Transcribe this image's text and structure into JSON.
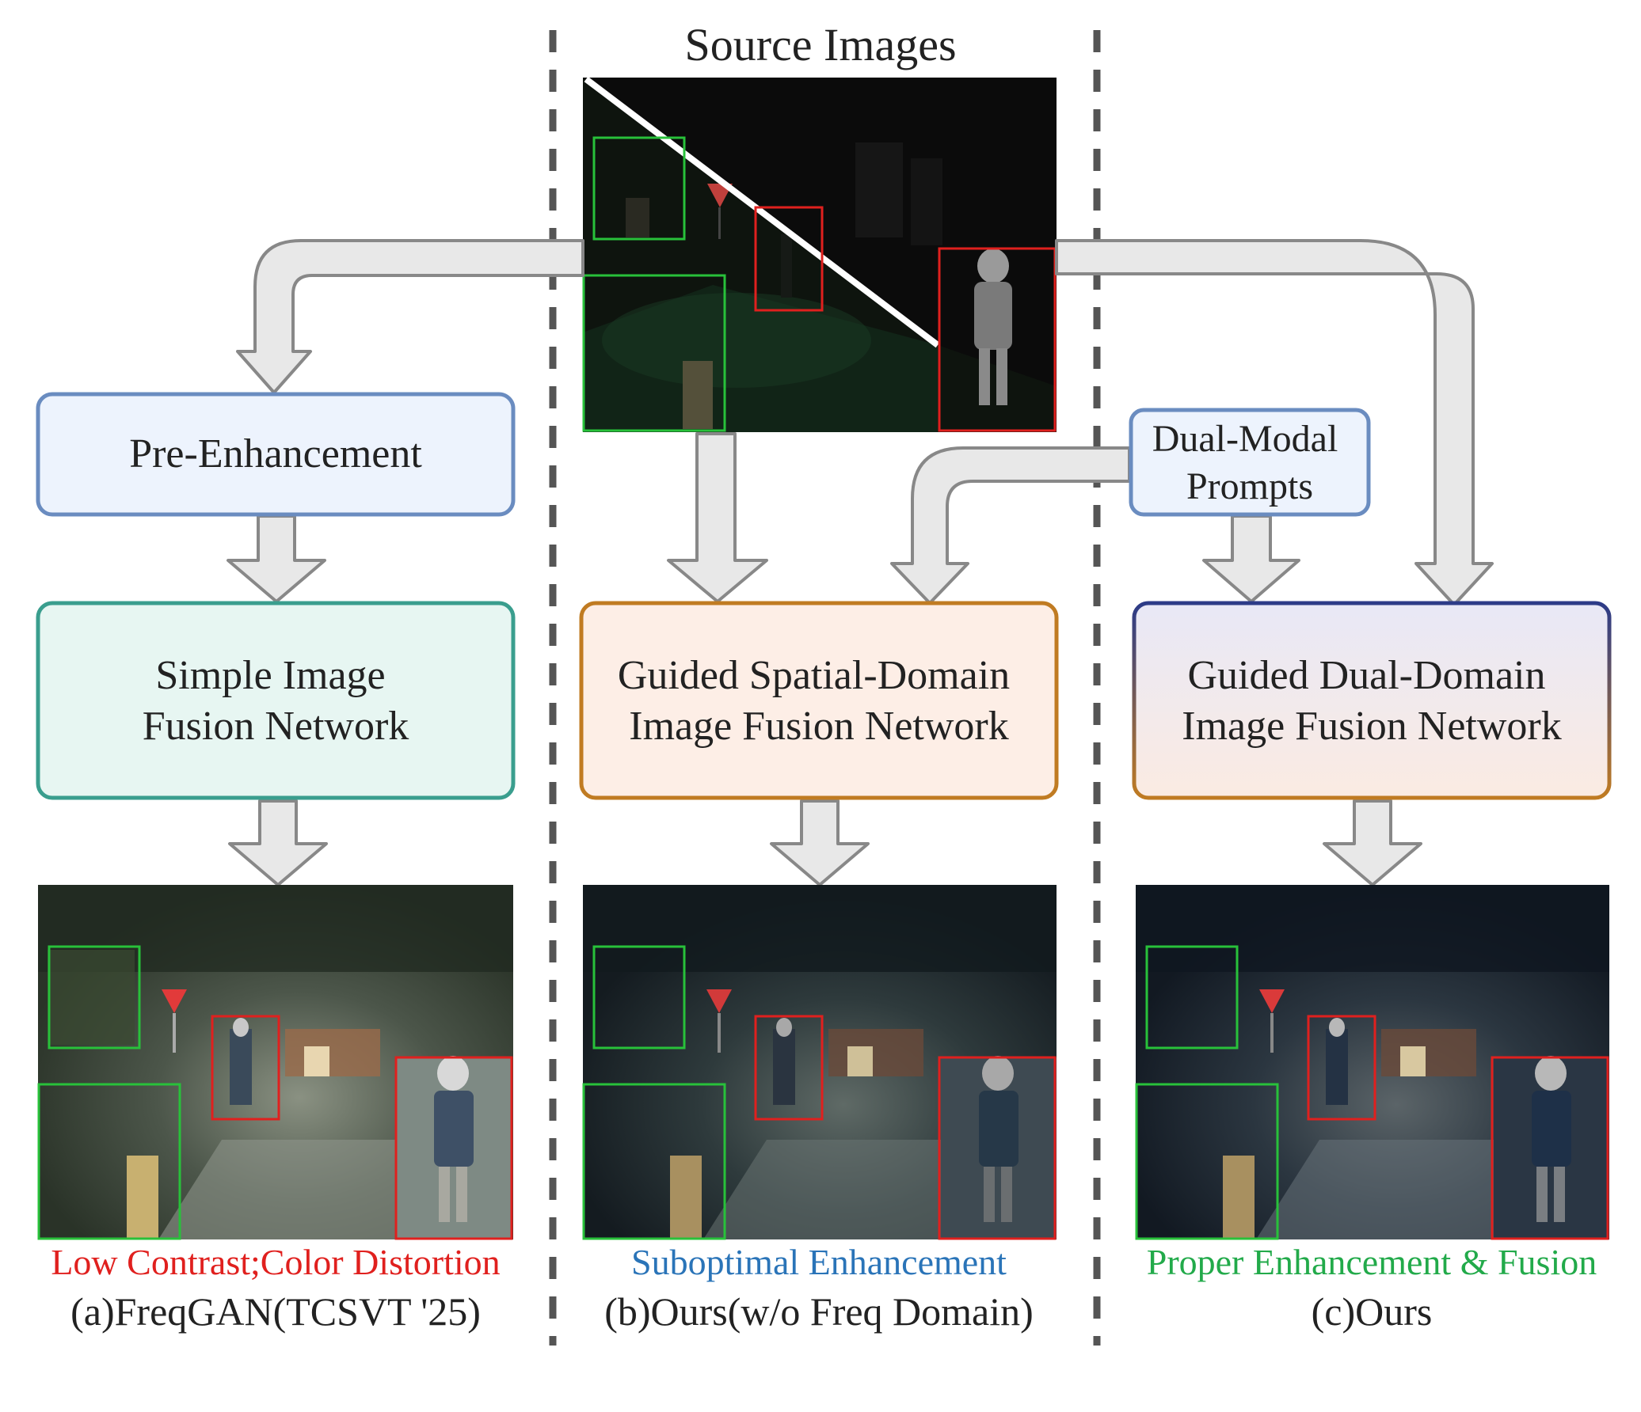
{
  "header": {
    "title": "Source Images"
  },
  "columns": [
    {
      "id": "a",
      "stages": [
        "Pre-Enhancement",
        "Simple Image\nFusion Network"
      ],
      "verdict": "Low Contrast;Color Distortion",
      "verdict_color": "#e0201e",
      "caption": "(a)FreqGAN(TCSVT '25)"
    },
    {
      "id": "b",
      "stages": [
        "Guided Spatial-Domain\nImage Fusion Network"
      ],
      "verdict": "Suboptimal Enhancement",
      "verdict_color": "#2a74b8",
      "caption": "(b)Ours(w/o Freq Domain)"
    },
    {
      "id": "c",
      "stages": [
        "Guided Dual-Domain\nImage Fusion Network"
      ],
      "verdict": "Proper Enhancement & Fusion",
      "verdict_color": "#22aa4a",
      "caption": "(c)Ours"
    }
  ],
  "prompts": {
    "label": "Dual-Modal\nPrompts"
  },
  "colors": {
    "pre_enhancement_border": "#6a8cc0",
    "pre_enhancement_fill": "#edf3fd",
    "simple_net_border": "#3a9e8e",
    "simple_net_fill": "#e7f6f2",
    "spatial_net_border": "#c07b22",
    "spatial_net_fill": "#fdeee6",
    "dual_net_border_top": "#2c3b88",
    "dual_net_border_bottom": "#c07b22",
    "prompts_border": "#6a8cc0",
    "prompts_fill": "#edf3fd",
    "arrow_fill": "#e8e8e8",
    "arrow_stroke": "#888888",
    "divider": "#555555",
    "box_red": "#e0201e",
    "box_green": "#28c13a"
  }
}
